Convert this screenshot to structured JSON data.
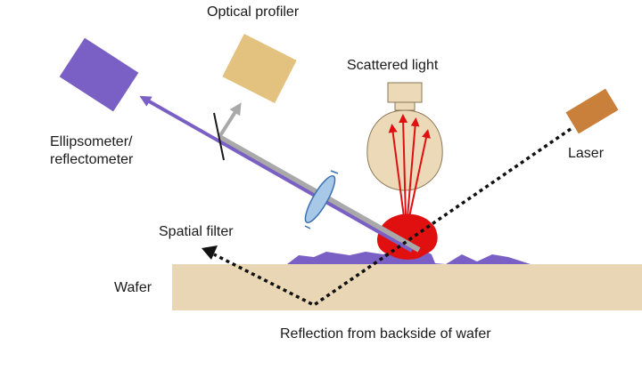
{
  "labels": {
    "optical_profiler": "Optical profiler",
    "scattered_light": "Scattered light",
    "ellipsometer_line1": "Ellipsometer/",
    "ellipsometer_line2": "reflectometer",
    "laser": "Laser",
    "spatial_filter": "Spatial filter",
    "wafer": "Wafer",
    "reflection": "Reflection from backside of wafer"
  },
  "colors": {
    "wafer": "#e8d6b4",
    "film": "#7a5fc4",
    "ellipsometer": "#7a5fc4",
    "optical_profiler": "#e3c17e",
    "scatter_detector": "#ecd9b8",
    "laser": "#c8803a",
    "particle": "#e01010",
    "lens": "#a8c8e8",
    "beam_gray": "#a9a9a9",
    "scatter_rays": "#e01010"
  }
}
